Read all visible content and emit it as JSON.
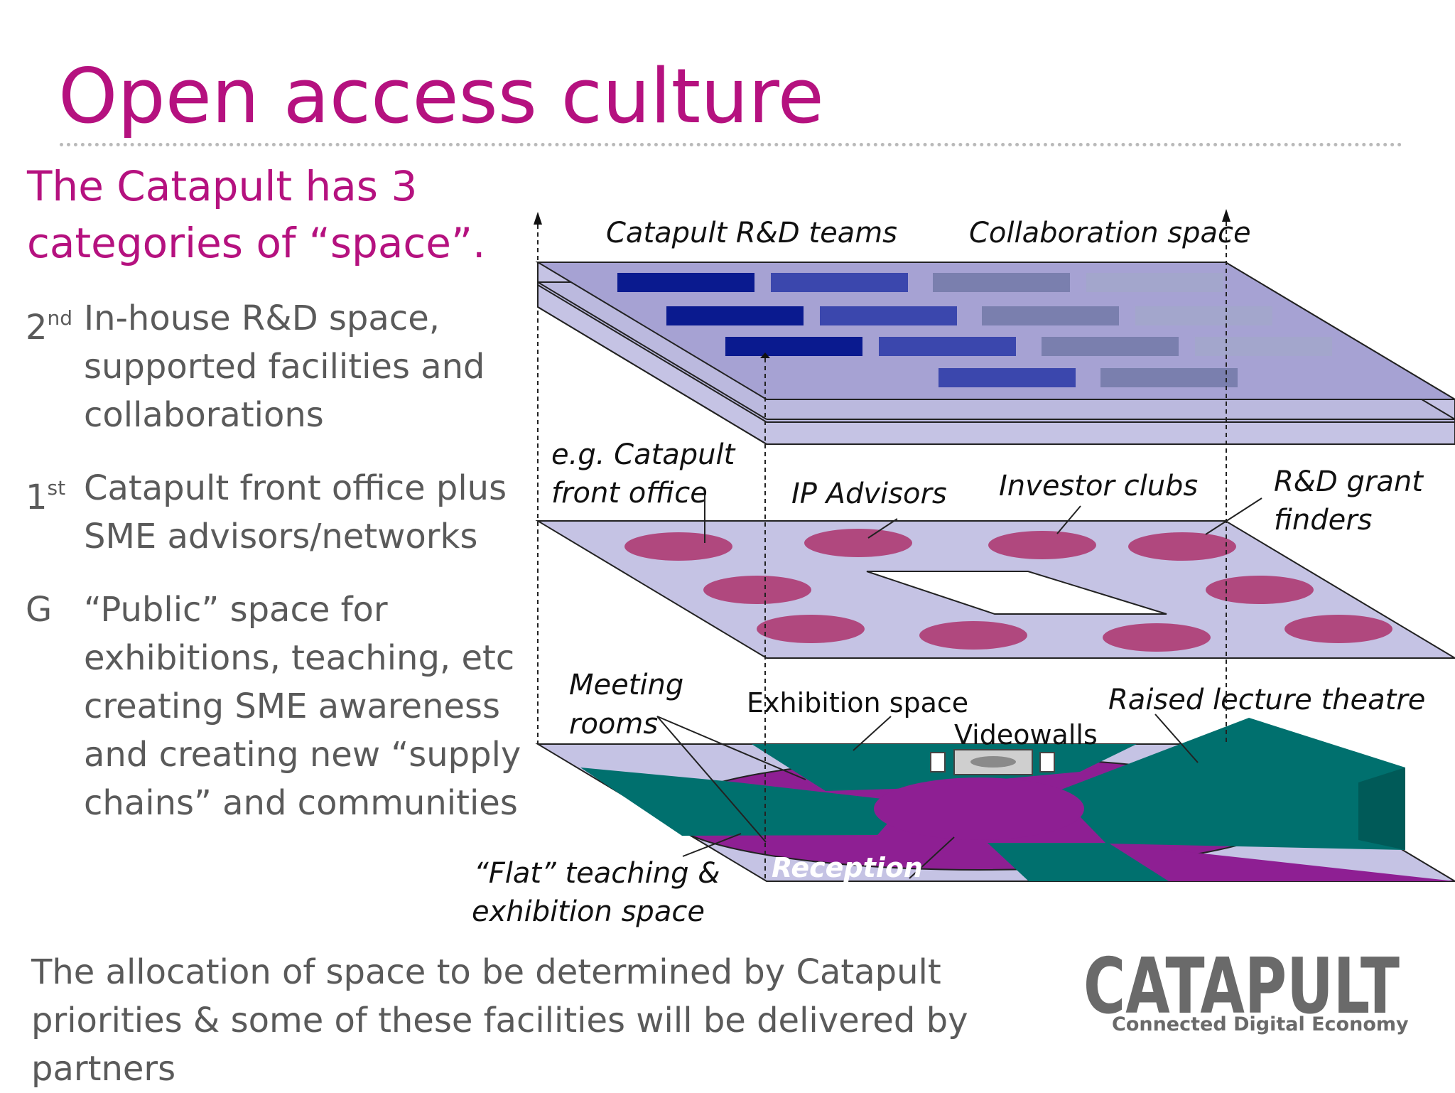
{
  "slide": {
    "title": "Open access culture",
    "subtitle": "The Catapult has 3 categories of “space”.",
    "categories": [
      {
        "marker": "2",
        "suffix": "nd",
        "text": "In-house R&D space, supported facilities and collaborations"
      },
      {
        "marker": "1",
        "suffix": "st",
        "text": "Catapult front office plus SME advisors/networks"
      },
      {
        "marker": "G",
        "suffix": "",
        "text": "“Public” space for exhibitions, teaching, etc creating SME awareness and creating new “supply chains” and communities"
      }
    ],
    "footer": "The allocation of space to be determined by Catapult  priorities & some of these facilities will be delivered by partners"
  },
  "diagram": {
    "top_layer": {
      "label_teams": "Catapult R&D teams",
      "label_collab": "Collaboration space"
    },
    "middle_layer": {
      "label_front_office_line1": "e.g. Catapult",
      "label_front_office_line2": "front office",
      "label_ip": "IP Advisors",
      "label_investor": "Investor clubs",
      "label_grant_line1": "R&D grant",
      "label_grant_line2": "finders"
    },
    "ground_layer": {
      "label_meeting_line1": "Meeting",
      "label_meeting_line2": "rooms",
      "label_exhibition": "Exhibition space",
      "label_lecture": "Raised lecture theatre",
      "label_videowalls": "Videowalls",
      "label_flat_line1": "“Flat” teaching &",
      "label_flat_line2": "exhibition space",
      "label_reception": "Reception"
    },
    "colors": {
      "plane_fill": "#c5c3e4",
      "desk_dark": "#0a1a8f",
      "desk_mid": "#3b47ad",
      "desk_light": "#7a7fae",
      "desk_lighter": "#a3a6cc",
      "ellipse": "#b0487e",
      "teal": "#00706e",
      "purple": "#8e1f93"
    }
  },
  "logo": {
    "word": "CATAPULT",
    "tagline": "Connected Digital Economy"
  }
}
